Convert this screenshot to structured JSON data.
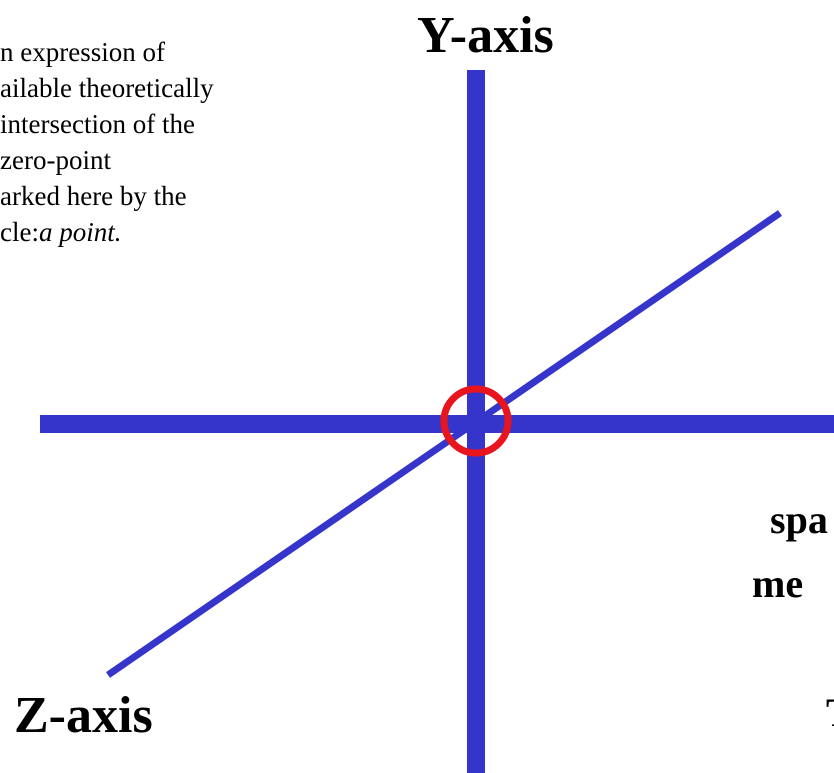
{
  "caption": {
    "lines": [
      "n expression of",
      "ailable theoretically",
      "intersection of the",
      "zero-point",
      "arked here by the"
    ],
    "last_prefix": "cle:",
    "last_italic": "a point."
  },
  "labels": {
    "y_axis": "Y-axis",
    "z_axis": "Z-axis"
  },
  "side_fragments": [
    "spa",
    "me",
    "T"
  ],
  "colors": {
    "axis": "#3535cc",
    "origin_marker": "#e8141e",
    "text": "#000000"
  }
}
